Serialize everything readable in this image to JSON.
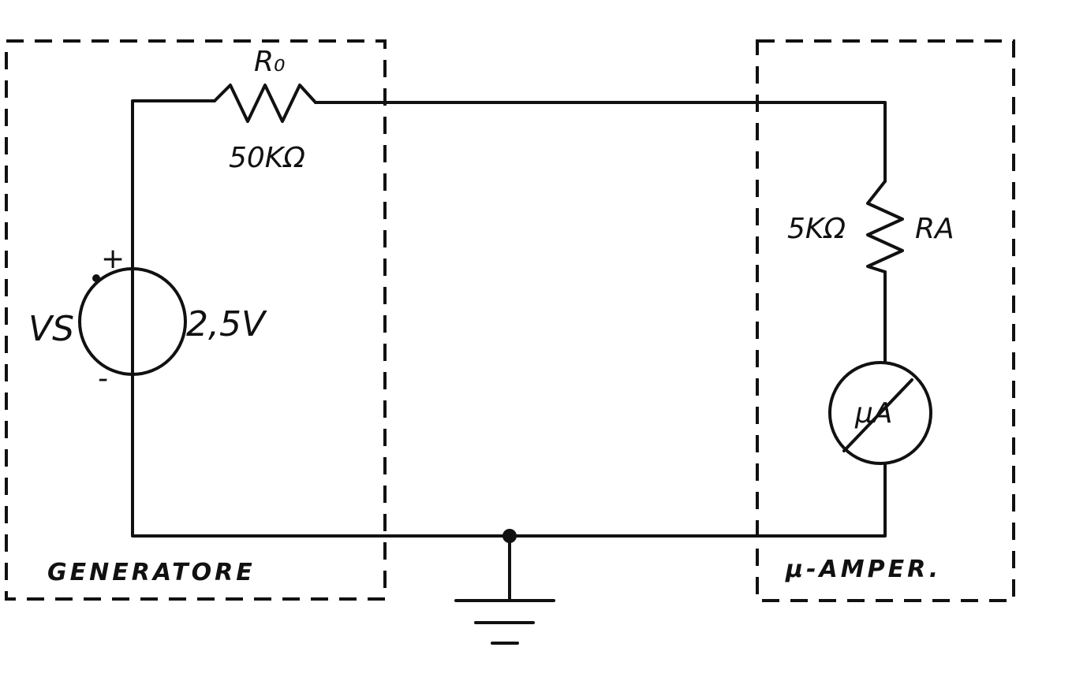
{
  "labels": {
    "r0_name": "R₀",
    "r0_value": "50KΩ",
    "ra_name": "RA",
    "ra_value": "5KΩ",
    "source_name": "VS",
    "source_value": "2,5V",
    "plus": "+",
    "minus": "-",
    "meter": "μA",
    "generator_box": "GENERATORE",
    "meter_box": "μ-AMPER."
  }
}
